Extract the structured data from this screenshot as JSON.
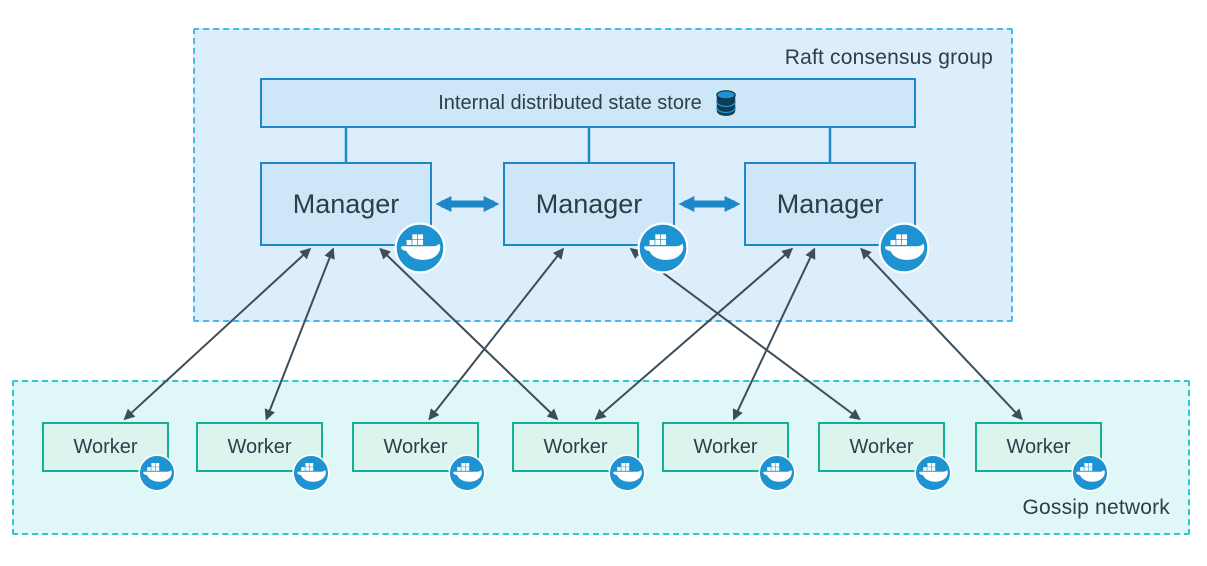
{
  "diagram": {
    "groups": {
      "raft": {
        "label": "Raft consensus group"
      },
      "gossip": {
        "label": "Gossip network"
      }
    },
    "store": {
      "label": "Internal distributed state store",
      "icon": "database-cylinder-icon"
    },
    "managers": [
      {
        "id": "m0",
        "label": "Manager",
        "icon": "docker-whale-icon"
      },
      {
        "id": "m1",
        "label": "Manager",
        "icon": "docker-whale-icon"
      },
      {
        "id": "m2",
        "label": "Manager",
        "icon": "docker-whale-icon"
      }
    ],
    "workers": [
      {
        "id": "w0",
        "label": "Worker",
        "icon": "docker-whale-icon"
      },
      {
        "id": "w1",
        "label": "Worker",
        "icon": "docker-whale-icon"
      },
      {
        "id": "w2",
        "label": "Worker",
        "icon": "docker-whale-icon"
      },
      {
        "id": "w3",
        "label": "Worker",
        "icon": "docker-whale-icon"
      },
      {
        "id": "w4",
        "label": "Worker",
        "icon": "docker-whale-icon"
      },
      {
        "id": "w5",
        "label": "Worker",
        "icon": "docker-whale-icon"
      },
      {
        "id": "w6",
        "label": "Worker",
        "icon": "docker-whale-icon"
      }
    ],
    "store_links": [
      "m0",
      "m1",
      "m2"
    ],
    "manager_links": [
      {
        "from": "m0",
        "to": "m1",
        "style": "thick-double-arrow"
      },
      {
        "from": "m1",
        "to": "m2",
        "style": "thick-double-arrow"
      }
    ],
    "edges": [
      {
        "from": "m0",
        "to": "w0",
        "style": "double-arrow"
      },
      {
        "from": "m0",
        "to": "w1",
        "style": "double-arrow"
      },
      {
        "from": "m0",
        "to": "w3",
        "style": "double-arrow"
      },
      {
        "from": "m1",
        "to": "w2",
        "style": "double-arrow"
      },
      {
        "from": "m1",
        "to": "w5",
        "style": "double-arrow"
      },
      {
        "from": "m2",
        "to": "w3",
        "style": "double-arrow"
      },
      {
        "from": "m2",
        "to": "w4",
        "style": "double-arrow"
      },
      {
        "from": "m2",
        "to": "w6",
        "style": "double-arrow"
      }
    ],
    "colors": {
      "raft_bg": "#dceefb",
      "raft_border": "#4ab7e8",
      "blue_node_bg": "#cde7f8",
      "blue_node_border": "#1e87c8",
      "gossip_bg": "#e0f7f7",
      "gossip_border": "#33c5cf",
      "worker_bg": "#dbf4ed",
      "worker_border": "#12b096",
      "edge_color": "#3d4d59",
      "docker_blue": "#1e93d2",
      "text_color": "#2e3e48"
    }
  }
}
